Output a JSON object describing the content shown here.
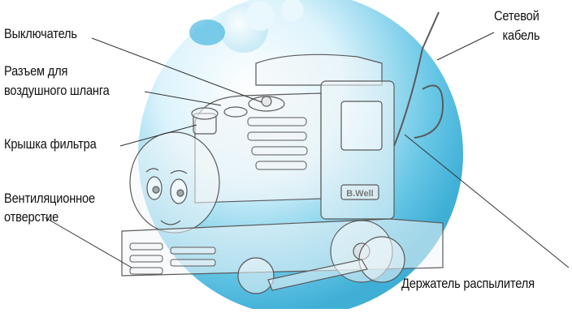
{
  "labels": {
    "switch": "Выключатель",
    "air_hose_line1": "Разъем для",
    "air_hose_line2": "воздушного шланга",
    "filter_cover": "Крышка фильтра",
    "vent_line1": "Вентиляционное",
    "vent_line2": "отверстие",
    "power_cable_line1": "Сетевой",
    "power_cable_line2": "кабель",
    "nebulizer_holder": "Держатель распылителя"
  },
  "brand_badge": "B.Well",
  "colors": {
    "circle_main": "#3fb5dc",
    "circle_light": "#cdeef8",
    "outline": "#5a5a5a"
  }
}
